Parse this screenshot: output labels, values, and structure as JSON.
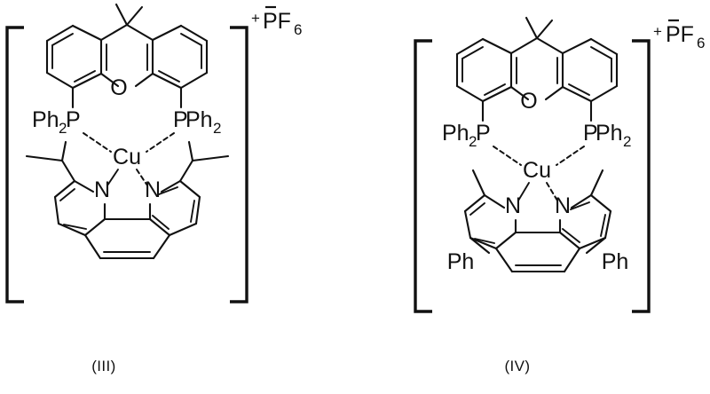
{
  "figure": {
    "title": "Cationic copper(I) xantphos phenanthroline complexes with hexafluorophosphate counterion",
    "background_color": "#ffffff",
    "line_color": "#111111"
  },
  "structures": [
    {
      "id": "III",
      "caption": "(III)",
      "charge": "+",
      "counterion": {
        "formula_main": "PF",
        "formula_sub": "6",
        "charge_sign": "–"
      },
      "metal": "Cu",
      "donor_atoms": [
        "N",
        "N"
      ],
      "ether_atom": "O",
      "phosphine_left": {
        "prefix": "Ph",
        "sub": "2",
        "suffix": "P"
      },
      "phosphine_right": {
        "prefix": "P",
        "main": "Ph",
        "sub": "2"
      },
      "substituents": [
        "isopropyl",
        "isopropyl"
      ],
      "substituent_labels": [],
      "ligand_backbone": "4,5-bis(diphenylphosphino)-9,9-dimethylxanthene",
      "chelate": "2,9-diisopropyl-1,10-phenanthroline"
    },
    {
      "id": "IV",
      "caption": "(IV)",
      "charge": "+",
      "counterion": {
        "formula_main": "PF",
        "formula_sub": "6",
        "charge_sign": "–"
      },
      "metal": "Cu",
      "donor_atoms": [
        "N",
        "N"
      ],
      "ether_atom": "O",
      "phosphine_left": {
        "prefix": "Ph",
        "sub": "2",
        "suffix": "P"
      },
      "phosphine_right": {
        "prefix": "P",
        "main": "Ph",
        "sub": "2"
      },
      "substituents": [
        "methyl",
        "methyl",
        "phenyl",
        "phenyl"
      ],
      "substituent_labels": [
        "Ph",
        "Ph"
      ],
      "ligand_backbone": "4,5-bis(diphenylphosphino)-9,9-dimethylxanthene",
      "chelate": "2,9-dimethyl-4,7-diphenyl-1,10-phenanthroline"
    }
  ]
}
